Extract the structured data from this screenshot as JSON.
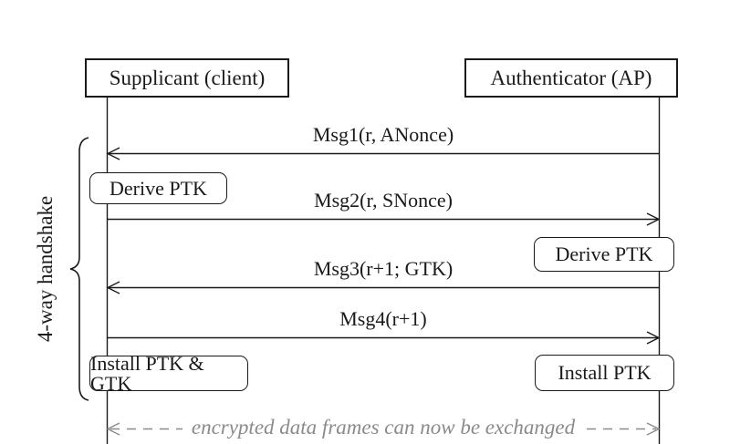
{
  "diagram": {
    "type": "sequence-diagram",
    "actors": [
      {
        "label": "Supplicant (client)"
      },
      {
        "label": "Authenticator (AP)"
      }
    ],
    "group_label": "4-way handshake",
    "messages": [
      {
        "label": "Msg1(r, ANonce)",
        "direction": "to-supplicant"
      },
      {
        "label": "Msg2(r, SNonce)",
        "direction": "to-authenticator"
      },
      {
        "label": "Msg3(r+1; GTK)",
        "direction": "to-supplicant"
      },
      {
        "label": "Msg4(r+1)",
        "direction": "to-authenticator"
      }
    ],
    "actions": [
      {
        "label": "Derive PTK",
        "side": "supplicant"
      },
      {
        "label": "Derive PTK",
        "side": "authenticator"
      },
      {
        "label": "Install PTK & GTK",
        "side": "supplicant"
      },
      {
        "label": "Install PTK",
        "side": "authenticator"
      }
    ],
    "note": "encrypted data frames can now be exchanged",
    "colors": {
      "line": "#1a1a1a",
      "note": "#8a8a8a",
      "background": "#ffffff"
    }
  }
}
